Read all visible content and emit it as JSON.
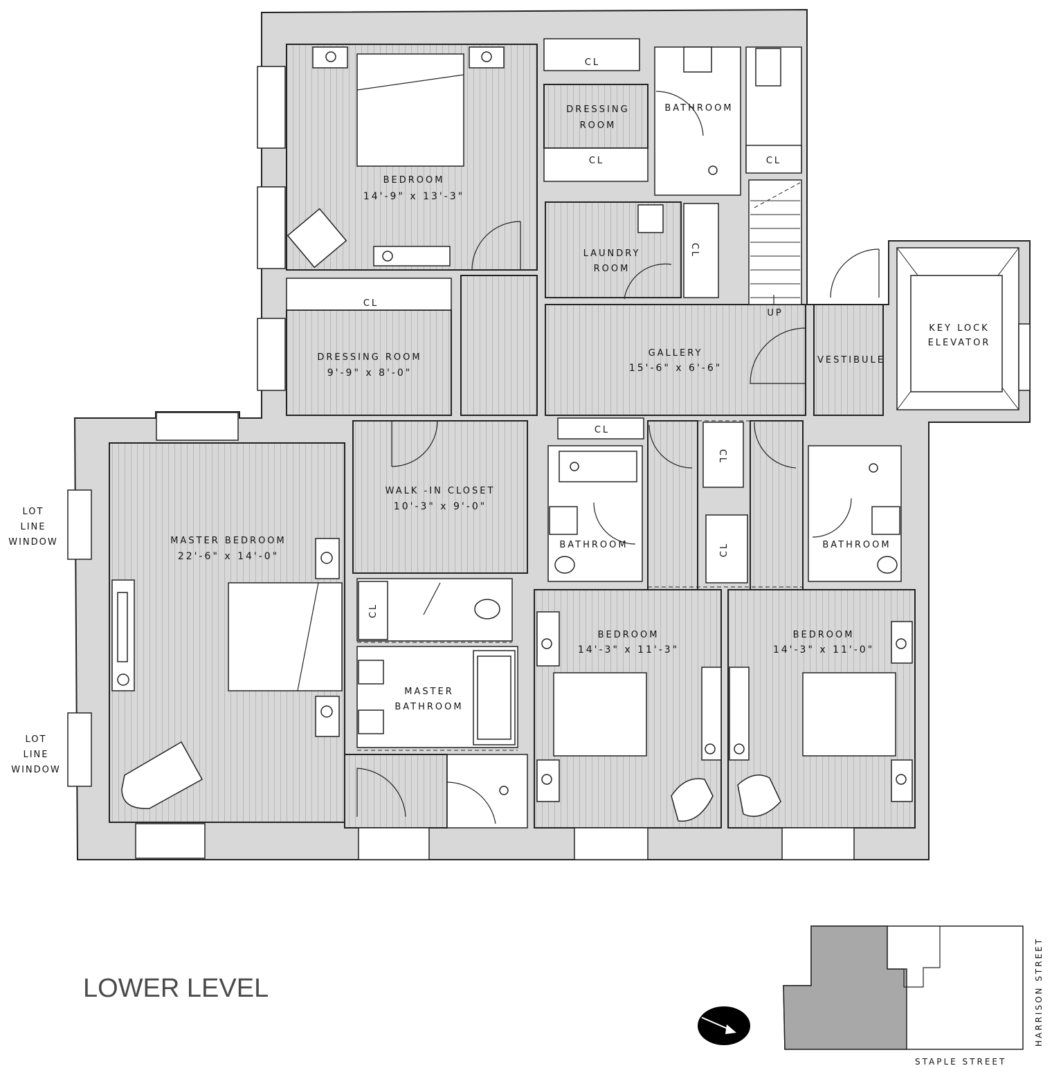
{
  "level_title": "LOWER LEVEL",
  "rooms": {
    "bedroom_top": {
      "name": "BEDROOM",
      "dims": "14'-9\" x 13'-3\""
    },
    "dressing_room_top": {
      "line1": "DRESSING",
      "line2": "ROOM"
    },
    "bathroom_top": {
      "name": "BATHROOM"
    },
    "laundry_room": {
      "line1": "LAUNDRY",
      "line2": "ROOM"
    },
    "dressing_room": {
      "name": "DRESSING ROOM",
      "dims": "9'-9\" x 8'-0\""
    },
    "gallery": {
      "name": "GALLERY",
      "dims": "15'-6\" x 6'-6\""
    },
    "vestibule": {
      "name": "VESTIBULE"
    },
    "elevator": {
      "line1": "KEY LOCK",
      "line2": "ELEVATOR"
    },
    "walk_in_closet": {
      "name": "WALK -IN CLOSET",
      "dims": "10'-3\" x 9'-0\""
    },
    "master_bedroom": {
      "name": "MASTER BEDROOM",
      "dims": "22'-6\" x 14'-0\""
    },
    "bathroom_mid_left": {
      "name": "BATHROOM"
    },
    "bathroom_mid_right": {
      "name": "BATHROOM"
    },
    "master_bathroom": {
      "line1": "MASTER",
      "line2": "BATHROOM"
    },
    "bedroom_lower_left": {
      "name": "BEDROOM",
      "dims": "14'-3\" x 11'-3\""
    },
    "bedroom_lower_right": {
      "name": "BEDROOM",
      "dims": "14'-3\" x 11'-0\""
    }
  },
  "closets": [
    "CL",
    "CL",
    "CL",
    "CL",
    "CL",
    "CL",
    "CL",
    "CL",
    "CL"
  ],
  "stair_label": "UP",
  "lot_line_window_1": {
    "line1": "LOT",
    "line2": "LINE",
    "line3": "WINDOW"
  },
  "lot_line_window_2": {
    "line1": "LOT",
    "line2": "LINE",
    "line3": "WINDOW"
  },
  "streets": {
    "east": "HARRISON STREET",
    "south": "STAPLE STREET"
  },
  "colors": {
    "wall": "#d8d8d8",
    "key_plan_highlight": "#a8a8a8",
    "line": "#222222"
  }
}
